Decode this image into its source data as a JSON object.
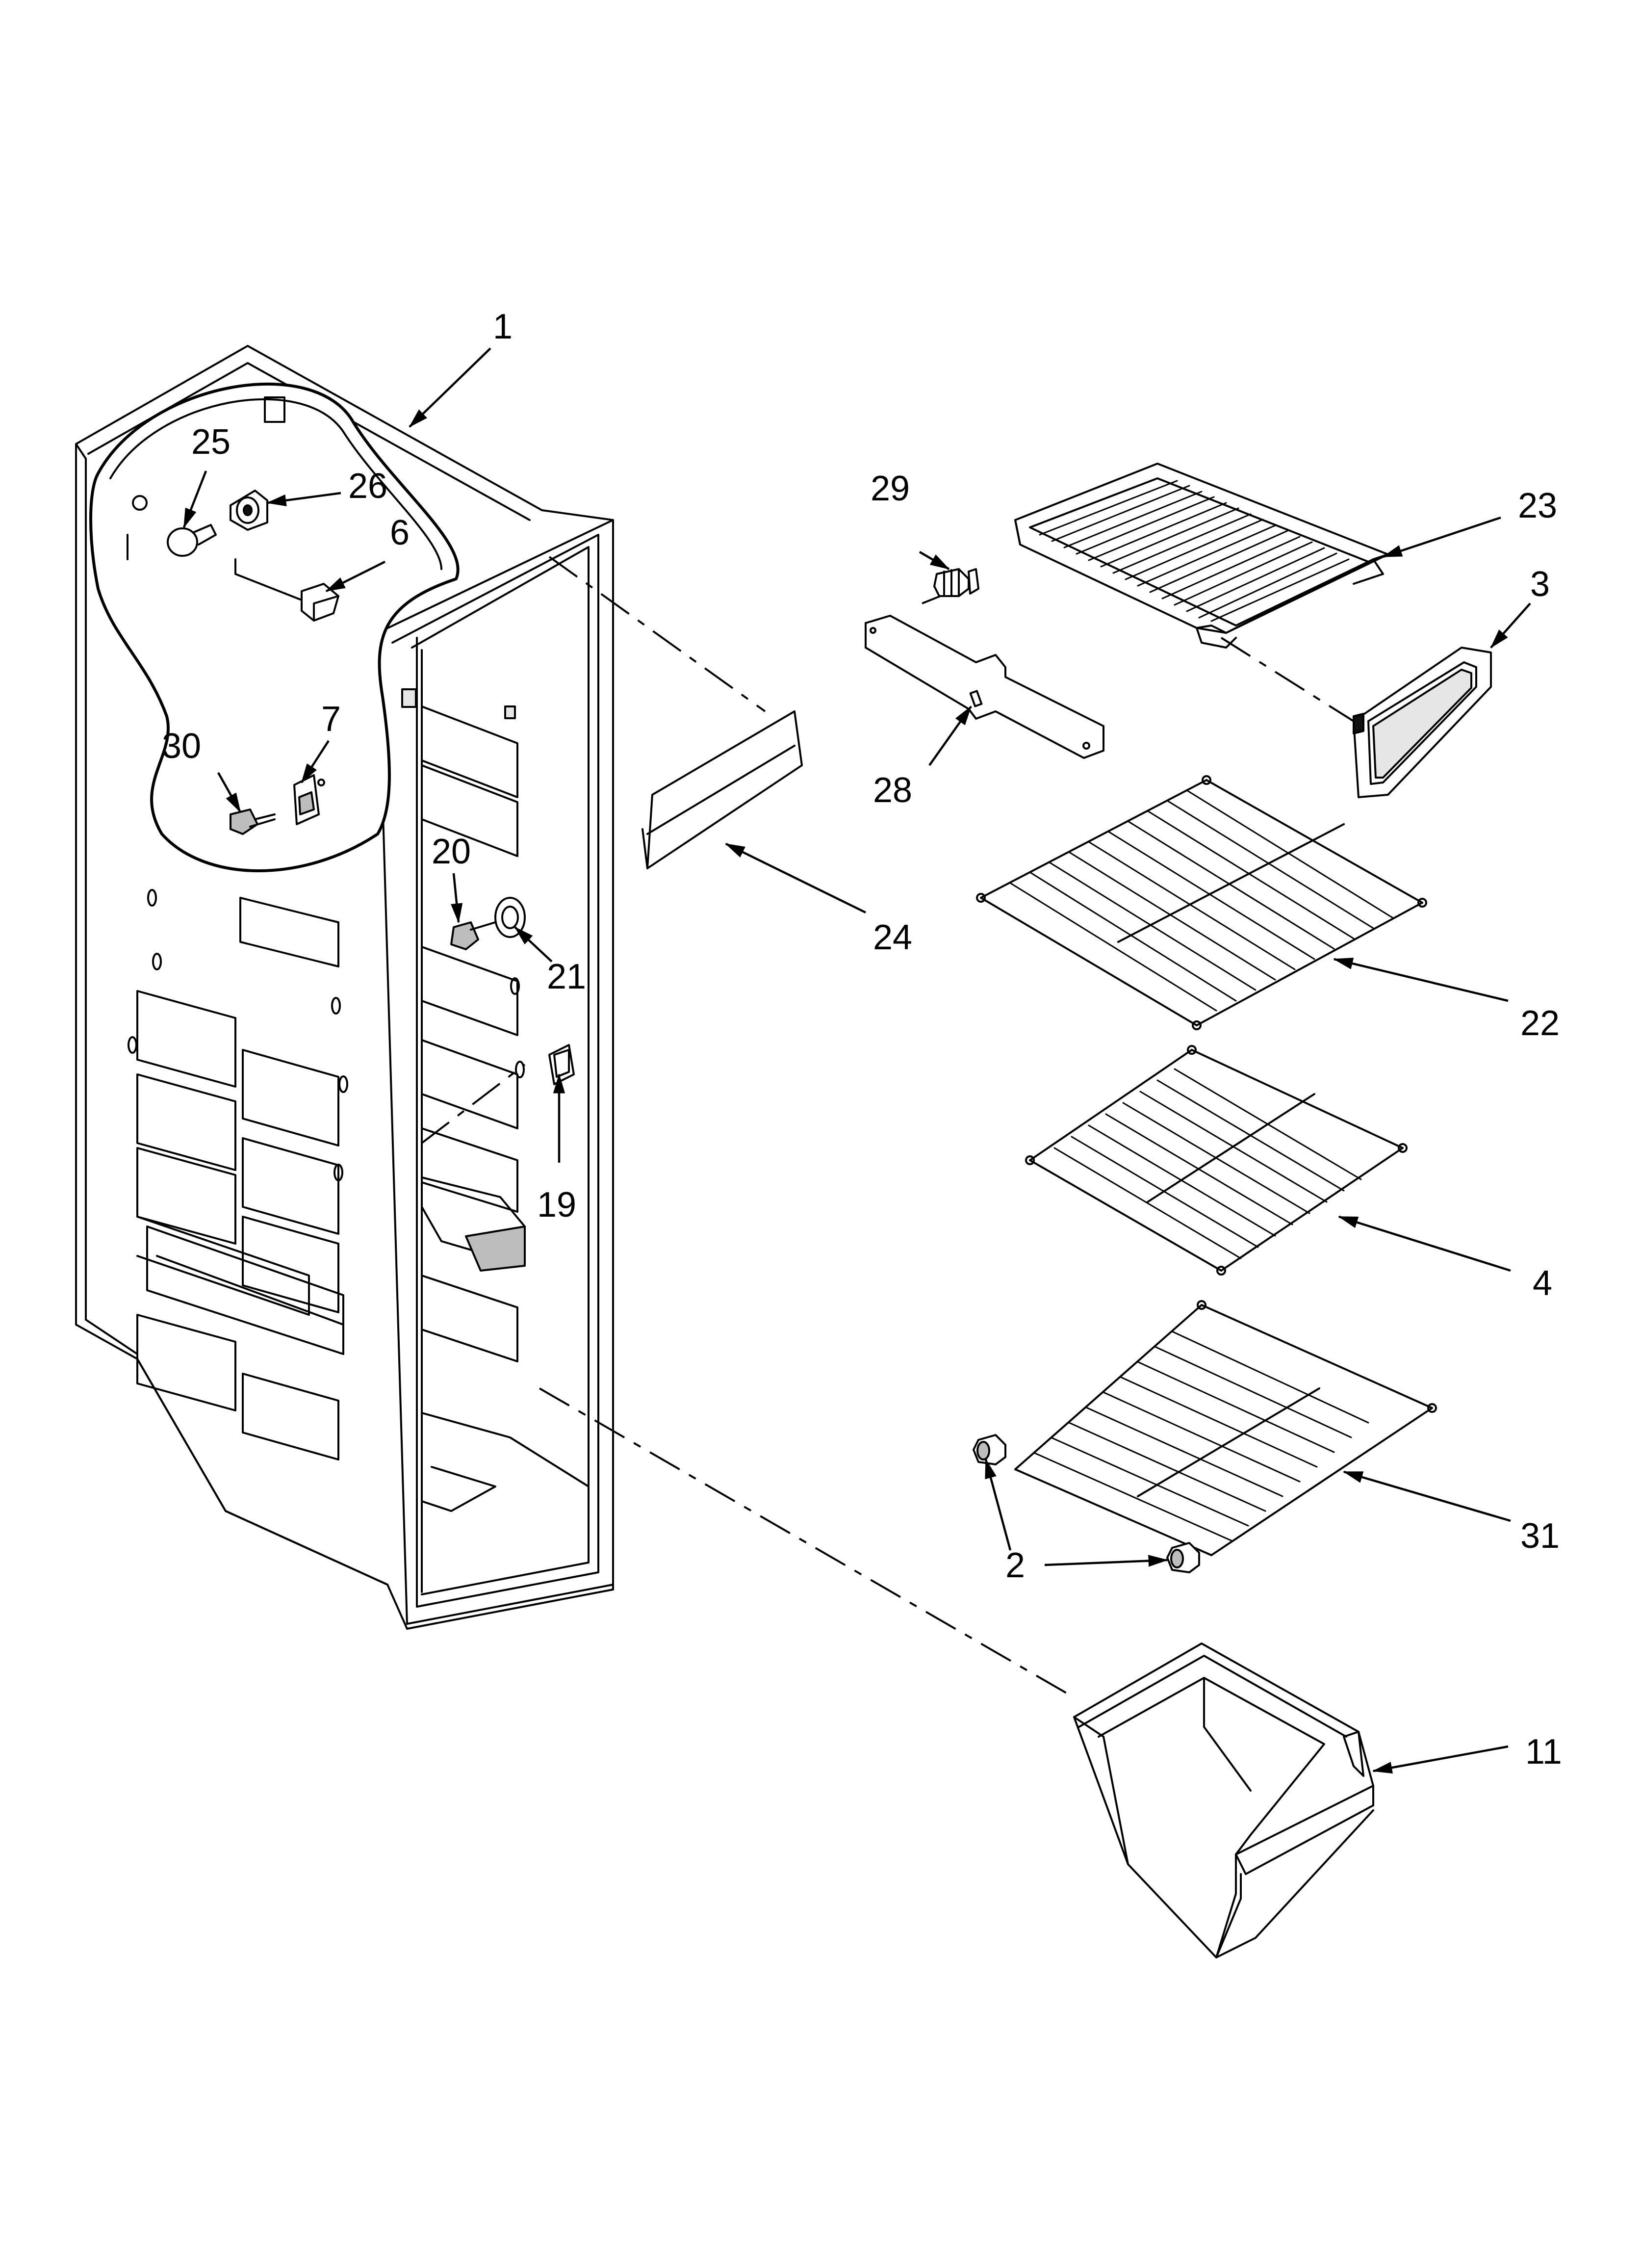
{
  "callouts": [
    {
      "id": "1",
      "label": "1"
    },
    {
      "id": "2",
      "label": "2"
    },
    {
      "id": "3",
      "label": "3"
    },
    {
      "id": "4",
      "label": "4"
    },
    {
      "id": "6",
      "label": "6"
    },
    {
      "id": "7",
      "label": "7"
    },
    {
      "id": "11",
      "label": "11"
    },
    {
      "id": "19",
      "label": "19"
    },
    {
      "id": "20",
      "label": "20"
    },
    {
      "id": "21",
      "label": "21"
    },
    {
      "id": "22",
      "label": "22"
    },
    {
      "id": "23",
      "label": "23"
    },
    {
      "id": "24",
      "label": "24"
    },
    {
      "id": "25",
      "label": "25"
    },
    {
      "id": "26",
      "label": "26"
    },
    {
      "id": "28",
      "label": "28"
    },
    {
      "id": "29",
      "label": "29"
    },
    {
      "id": "30",
      "label": "30"
    },
    {
      "id": "31",
      "label": "31"
    }
  ]
}
